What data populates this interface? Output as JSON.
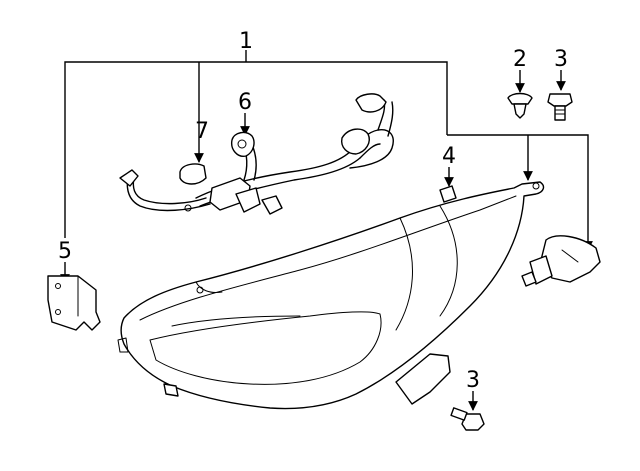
{
  "callouts": [
    {
      "id": "1",
      "label": "1"
    },
    {
      "id": "2",
      "label": "2"
    },
    {
      "id": "3a",
      "label": "3"
    },
    {
      "id": "4",
      "label": "4"
    },
    {
      "id": "5",
      "label": "5"
    },
    {
      "id": "6",
      "label": "6"
    },
    {
      "id": "7",
      "label": "7"
    },
    {
      "id": "3b",
      "label": "3"
    }
  ]
}
